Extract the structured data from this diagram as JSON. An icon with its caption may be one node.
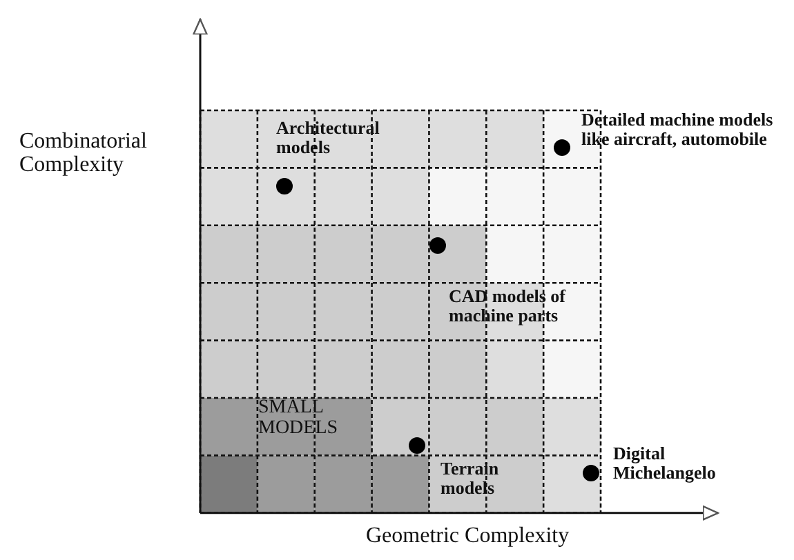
{
  "diagram": {
    "labels": [
      "Combinatorial Complexity",
      "Architectural models",
      "Detailed machine models like aircraft, automobile",
      "CAD models of machine parts",
      "SMALL MODELS",
      "Terrain models",
      "Digital Michelangelo",
      "Geometric Complexity"
    ]
  }
}
